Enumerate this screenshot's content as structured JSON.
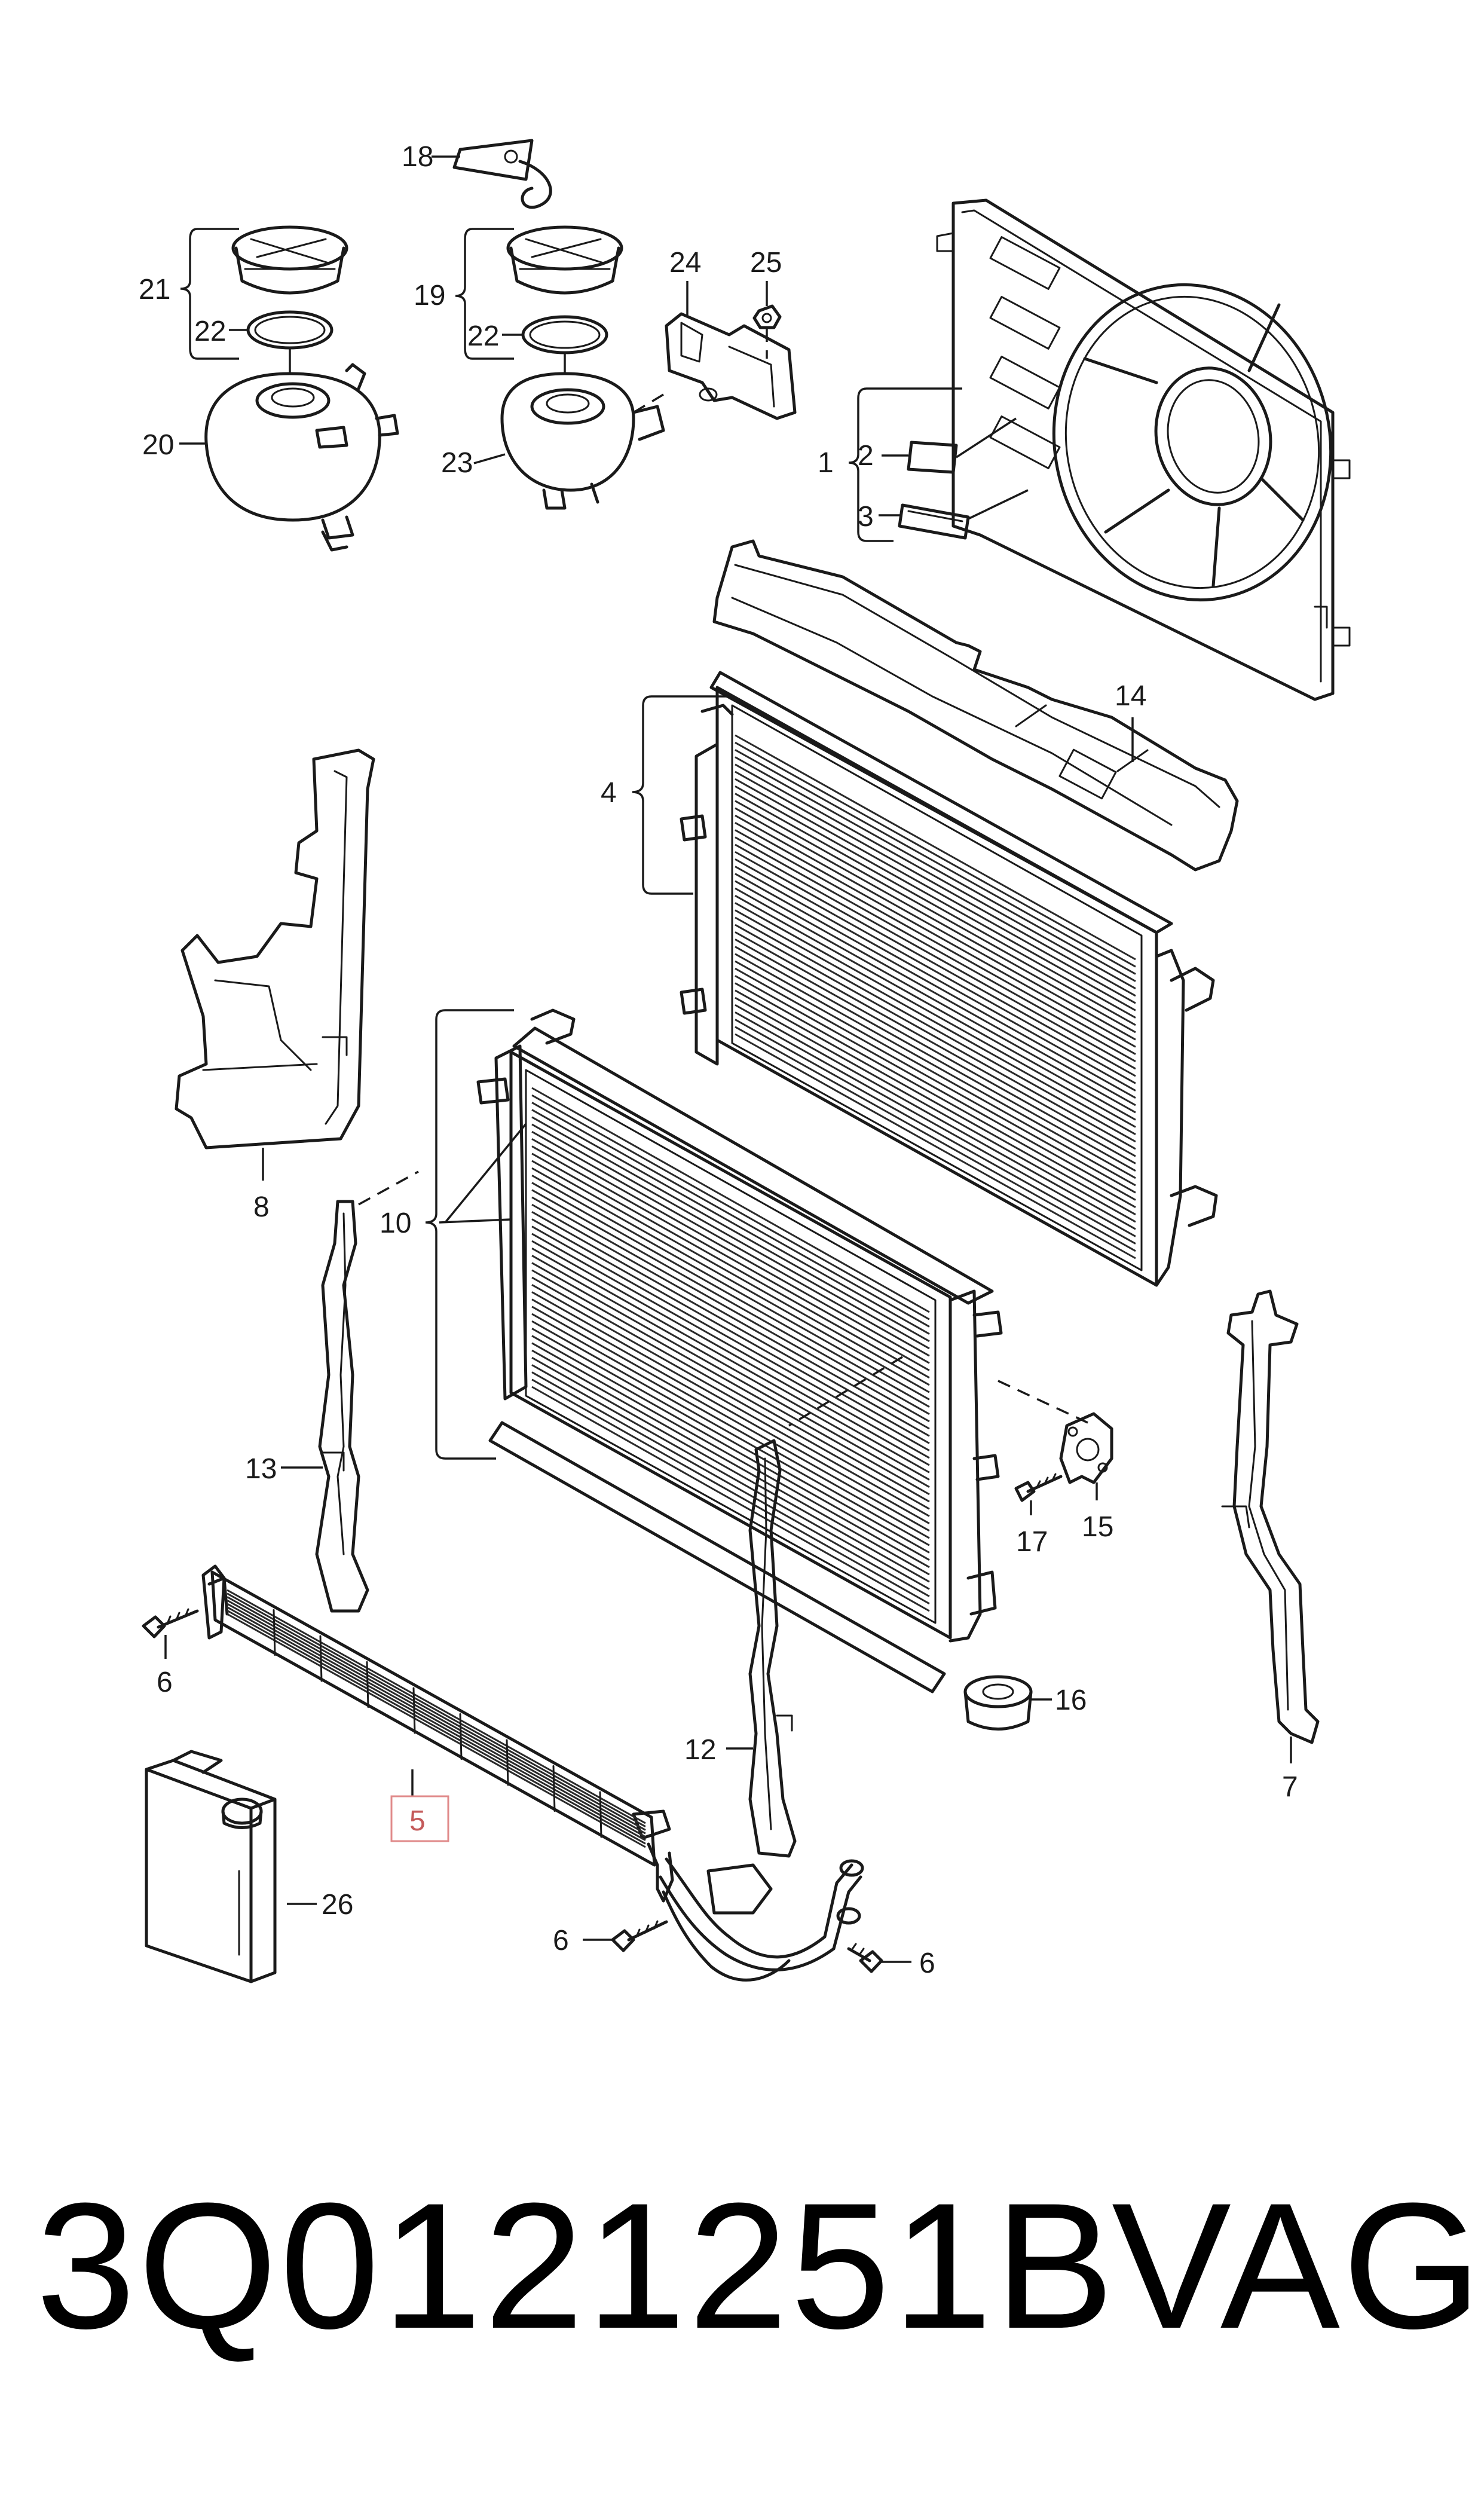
{
  "part_number": "3Q0121251B",
  "brand": "VAG",
  "highlighted_label": "5",
  "callouts": [
    "1",
    "2",
    "3",
    "4",
    "5",
    "6",
    "7",
    "8",
    "10",
    "12",
    "13",
    "14",
    "15",
    "16",
    "17",
    "18",
    "19",
    "20",
    "21",
    "22",
    "23",
    "24",
    "25",
    "26"
  ],
  "labels": {
    "l1": "1",
    "l2": "2",
    "l3": "3",
    "l4": "4",
    "l5": "5",
    "l6a": "6",
    "l6b": "6",
    "l6c": "6",
    "l7": "7",
    "l8": "8",
    "l10": "10",
    "l12": "12",
    "l13": "13",
    "l14": "14",
    "l15": "15",
    "l16": "16",
    "l17": "17",
    "l18": "18",
    "l19": "19",
    "l20": "20",
    "l21": "21",
    "l22a": "22",
    "l22b": "22",
    "l23": "23",
    "l24": "24",
    "l25": "25",
    "l26": "26"
  },
  "colors": {
    "line": "#1a1a1a",
    "highlight": "#e08a8a",
    "background": "#ffffff"
  }
}
